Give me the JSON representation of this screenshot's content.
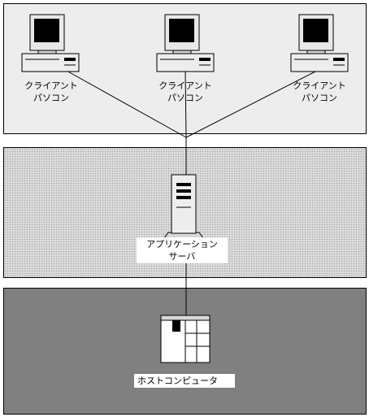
{
  "clients": [
    {
      "line1": "クライアント",
      "line2": "パソコン"
    },
    {
      "line1": "クライアント",
      "line2": "パソコン"
    },
    {
      "line1": "クライアント",
      "line2": "パソコン"
    }
  ],
  "app_server": {
    "line1": "アプリケーション",
    "line2": "サーバ"
  },
  "host": {
    "label": "ホストコンピュータ"
  },
  "colors": {
    "client_tier": "#ededed",
    "app_tier": "#dadada",
    "host_tier": "#808080"
  }
}
